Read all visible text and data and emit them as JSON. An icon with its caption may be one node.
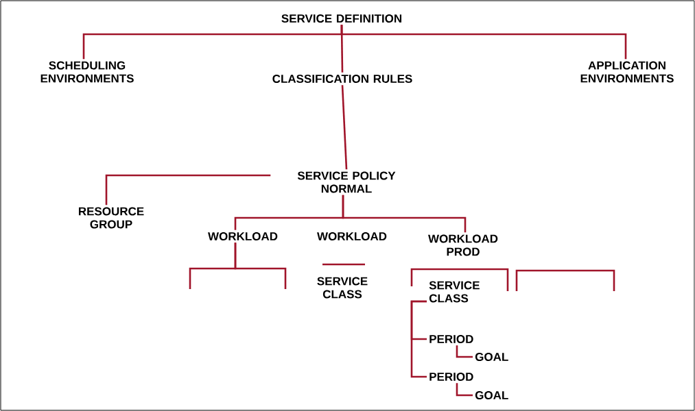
{
  "diagram": {
    "nodes": [
      {
        "text": [
          "SERVICE DEFINITION"
        ]
      },
      {
        "text": [
          "SCHEDULING ENVIRONMENTS"
        ]
      },
      {
        "text": [
          "CLASSIFICATION RULES"
        ]
      },
      {
        "text": [
          "APPLICATION ENVIRONMENTS"
        ]
      },
      {
        "text": [
          "SERVICE POLICY NORMAL"
        ]
      },
      {
        "text": [
          "RESOURCE GROUP"
        ]
      },
      {
        "text": [
          "WORKLOAD"
        ]
      },
      {
        "text": [
          "WORKLOAD"
        ]
      },
      {
        "text": [
          "WORKLOAD PROD"
        ]
      },
      {
        "text": [
          "SERVICE CLASS"
        ]
      },
      {
        "text": [
          "SERVICE CLASS"
        ]
      },
      {
        "text": [
          "PERIOD"
        ]
      },
      {
        "text": [
          "GOAL"
        ]
      },
      {
        "text": [
          "PERIOD"
        ]
      },
      {
        "text": [
          "GOAL"
        ]
      }
    ],
    "edges": [
      {
        "from": 0,
        "to": 1,
        "arrow": "none"
      },
      {
        "from": 0,
        "to": 2,
        "arrow": "none"
      },
      {
        "from": 0,
        "to": 3,
        "arrow": "none"
      },
      {
        "from": 2,
        "to": 4,
        "arrow": "none"
      },
      {
        "from": 4,
        "to": 5,
        "arrow": "none"
      },
      {
        "from": 4,
        "to": 6,
        "arrow": "none"
      },
      {
        "from": 4,
        "to": 8,
        "arrow": "none"
      },
      {
        "from": 6,
        "to": null,
        "arrow": "none"
      },
      {
        "from": 6,
        "to": null,
        "arrow": "none"
      },
      {
        "from": 10,
        "to": 11,
        "arrow": "none"
      },
      {
        "from": 10,
        "to": 13,
        "arrow": "none"
      },
      {
        "from": 11,
        "to": 12,
        "arrow": "none"
      },
      {
        "from": 13,
        "to": 14,
        "arrow": "none"
      }
    ]
  }
}
